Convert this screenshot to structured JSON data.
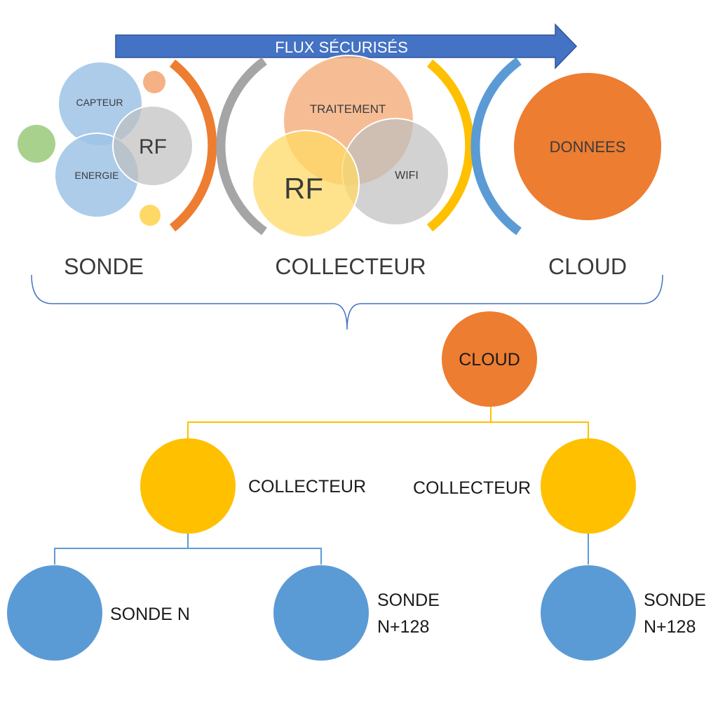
{
  "banner": {
    "label": "FLUX SÉCURISÉS"
  },
  "sonde": {
    "label": "SONDE",
    "capteur": "CAPTEUR",
    "energie": "ENERGIE",
    "rf": "RF"
  },
  "collecteur": {
    "label": "COLLECTEUR",
    "traitement": "TRAITEMENT",
    "rf": "RF",
    "wifi": "WIFI"
  },
  "cloud": {
    "label": "CLOUD",
    "donnees": "DONNEES"
  },
  "tree": {
    "root": "CLOUD",
    "collecteur_left": "COLLECTEUR",
    "collecteur_right": "COLLECTEUR",
    "sonde_a": "SONDE N",
    "sonde_b_line1": "SONDE",
    "sonde_b_line2": "N+128",
    "sonde_c_line1": "SONDE",
    "sonde_c_line2": "N+128"
  },
  "colors": {
    "arrow_blue": "#4472c4",
    "orange": "#ed7d31",
    "light_orange": "#f4b183",
    "gray": "#a5a5a5",
    "light_gray": "#c9c9c9",
    "yellow": "#ffc000",
    "light_yellow": "#ffd966",
    "blue": "#5b9bd5",
    "light_blue": "#9dc3e6",
    "green": "#a9d18e",
    "text_dark": "#3b3b3b"
  }
}
